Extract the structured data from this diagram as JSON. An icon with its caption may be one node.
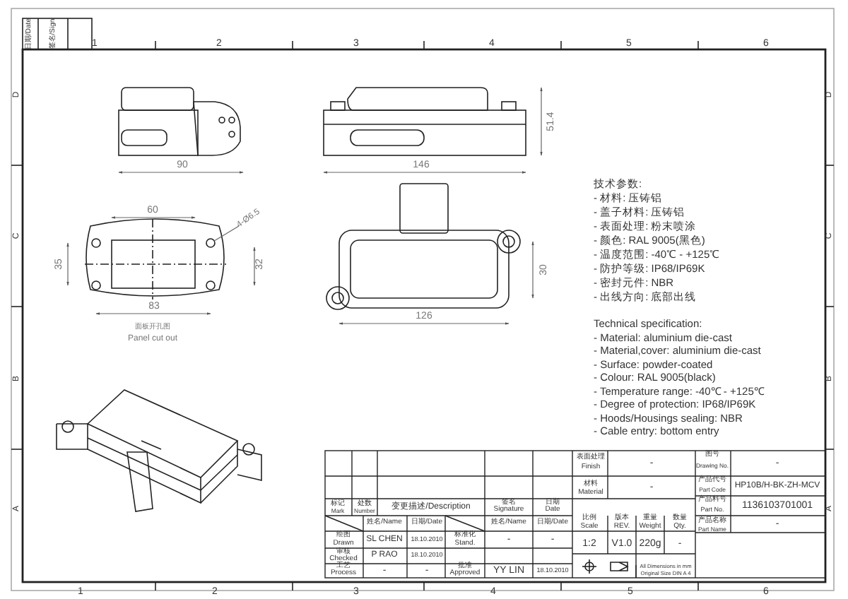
{
  "diagram": {
    "nodes": [
      {
        "text": [
          "4-Ø6.5"
        ]
      },
      {
        "text": [],
        "shape": "circle"
      }
    ],
    "edges": [
      {
        "from": 0,
        "to": 1,
        "arrow": "none"
      }
    ],
    "labels": [
      "日期/Date",
      "签名/Sign",
      "1",
      "2",
      "3",
      "4",
      "5",
      "6",
      "D",
      "C",
      "B",
      "A",
      "D",
      "C",
      "B",
      "A",
      "90",
      "146",
      "51.4",
      "60",
      "35",
      "32",
      "30",
      "83",
      "126",
      "面板开孔图",
      "Panel cut out",
      "技术参数:",
      "- 材料: 压铸铝",
      "- 盖子材料: 压铸铝",
      "- 表面处理: 粉末喷涂",
      "- 颜色: RAL 9005(黑色)",
      "- 温度范围: -40℃ - +125℃",
      "- 防护等级: IP68/IP69K",
      "- 密封元件: NBR",
      "- 出线方向: 底部出线",
      "Technical specification:",
      "- Material: aluminium die-cast",
      "- Material,cover: aluminium die-cast",
      "- Surface: powder-coated",
      "- Colour: RAL 9005(black)",
      "- Temperature range: -40℃ - +125℃",
      "- Degree of protection: IP68/IP69K",
      "- Hoods/Housings sealing: NBR",
      "- Cable entry: bottom entry",
      "表面处理",
      "Finish",
      "-",
      "图号",
      "Drawing No.",
      "-",
      "材料",
      "Material",
      "-",
      "产品代号",
      "Part Code",
      "HP10B/H-BK-ZH-MCV",
      "标记",
      "Mark",
      "处数",
      "Number",
      "变更描述/Description",
      "签名",
      "Signature",
      "日期",
      "Date",
      "产品料号",
      "Part No.",
      "1136103701001",
      "姓名/Name",
      "日期/Date",
      "姓名/Name",
      "日期/Date",
      "比例",
      "Scale",
      "版本",
      "REV.",
      "重量",
      "Weight",
      "数量",
      "Qty.",
      "产品名称",
      "Part Name",
      "-",
      "绘图",
      "Drawn",
      "SL CHEN",
      "18.10.2010",
      "标准化",
      "Stand.",
      "-",
      "-",
      "1:2",
      "V1.0",
      "220g",
      "-",
      "审核",
      "Checked",
      "P RAO",
      "18.10.2010",
      "工艺",
      "Process",
      "-",
      "-",
      "批准",
      "Approved",
      "YY LIN",
      "18.10.2010",
      "All Dimensions in mm",
      "Original Size DIN A 4",
      "1",
      "2",
      "3",
      "4",
      "5",
      "6"
    ]
  }
}
